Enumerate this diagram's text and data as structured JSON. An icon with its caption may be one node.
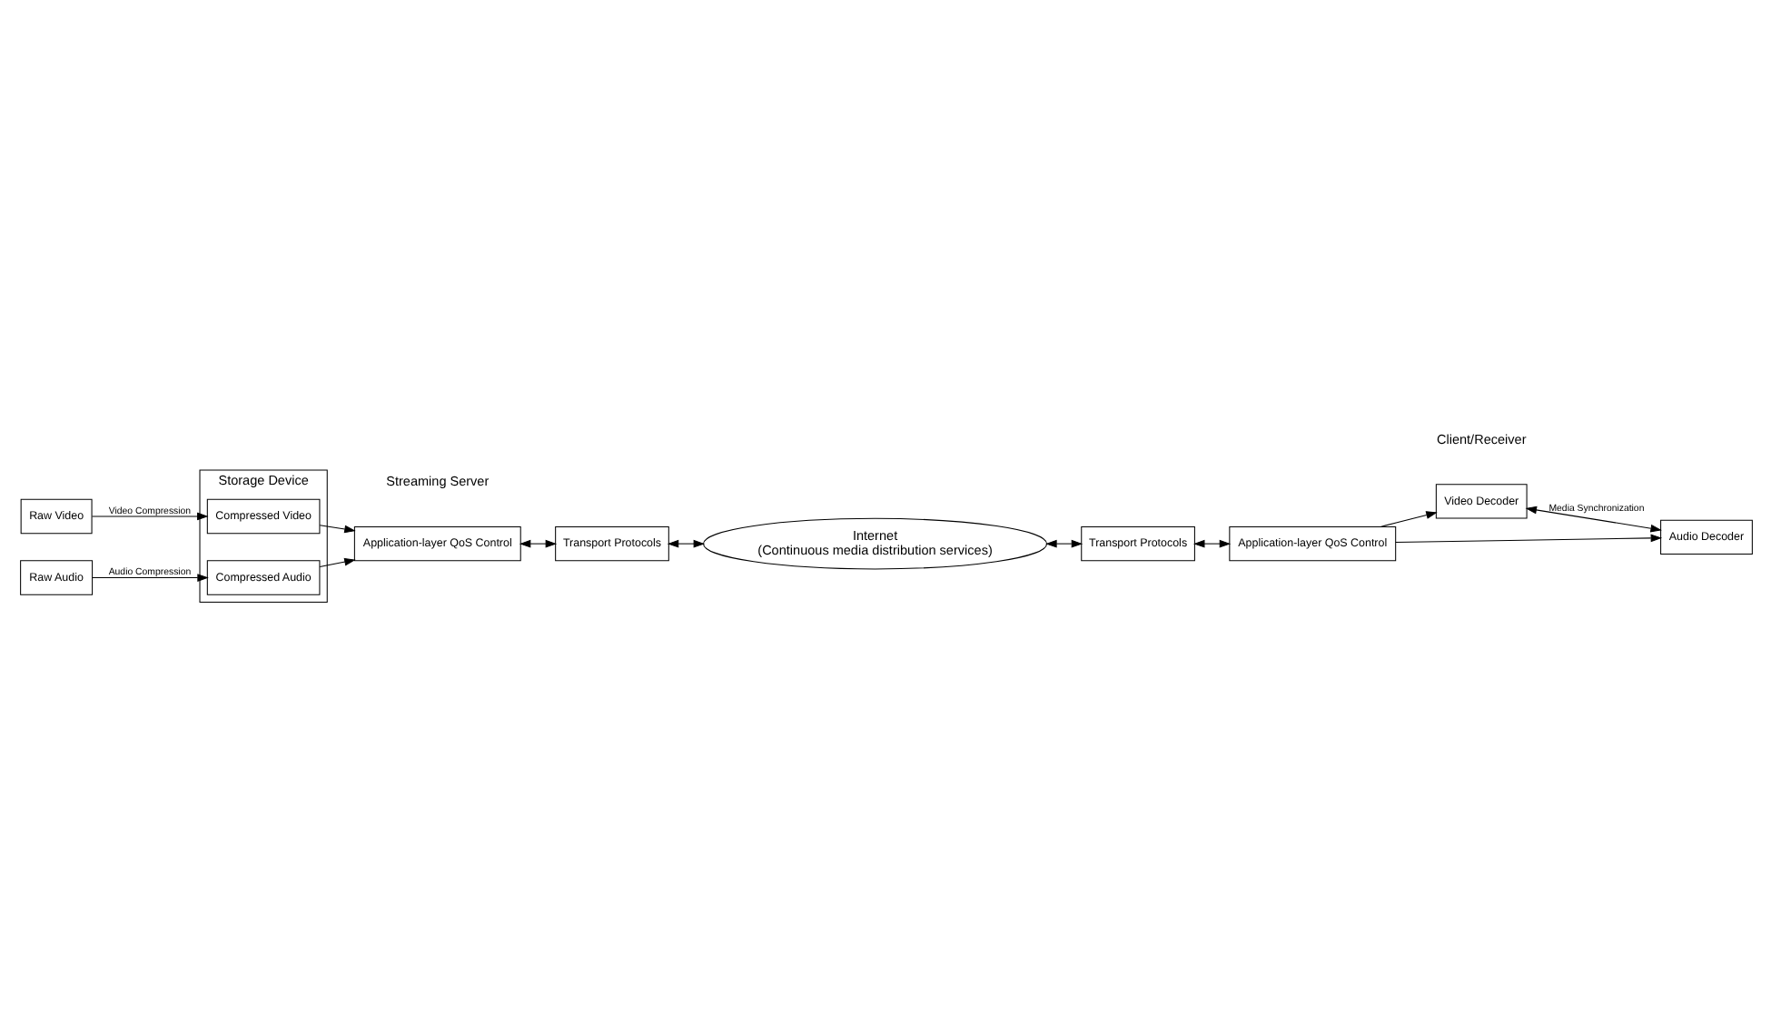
{
  "diagram": {
    "nodes": [
      {
        "text": [
          "Raw Video"
        ]
      },
      {
        "text": [
          "Raw Audio"
        ]
      },
      {
        "text": [
          "Storage Device"
        ]
      },
      {
        "text": [
          "Compressed Video"
        ],
        "in": 2
      },
      {
        "text": [
          "Compressed Audio"
        ],
        "in": 2
      },
      {
        "text": [
          "Application-layer QoS Control"
        ]
      },
      {
        "text": [
          "Transport Protocols"
        ]
      },
      {
        "text": [
          "Internet",
          "(Continuous media distribution services)"
        ]
      },
      {
        "text": [
          "Transport Protocols"
        ]
      },
      {
        "text": [
          "Application-layer QoS Control"
        ]
      },
      {
        "text": [
          "Video Decoder"
        ]
      },
      {
        "text": [
          "Audio Decoder"
        ]
      }
    ],
    "edges": [
      {
        "from": 0,
        "to": 3,
        "arrow": "to",
        "label": "Video Compression"
      },
      {
        "from": 1,
        "to": 4,
        "arrow": "to",
        "label": "Audio Compression"
      },
      {
        "from": 3,
        "to": 5,
        "arrow": "to"
      },
      {
        "from": 4,
        "to": 5,
        "arrow": "to"
      },
      {
        "from": 5,
        "to": 6,
        "arrow": "both"
      },
      {
        "from": 6,
        "to": 7,
        "arrow": "both"
      },
      {
        "from": 7,
        "to": 8,
        "arrow": "both"
      },
      {
        "from": 8,
        "to": 9,
        "arrow": "both"
      },
      {
        "from": 9,
        "to": 10,
        "arrow": "to"
      },
      {
        "from": 9,
        "to": 11,
        "arrow": "to"
      },
      {
        "from": 10,
        "to": 11,
        "arrow": "both",
        "label": "Media Synchronization"
      }
    ],
    "labels": [
      "Streaming Server",
      "Client/Receiver"
    ]
  }
}
